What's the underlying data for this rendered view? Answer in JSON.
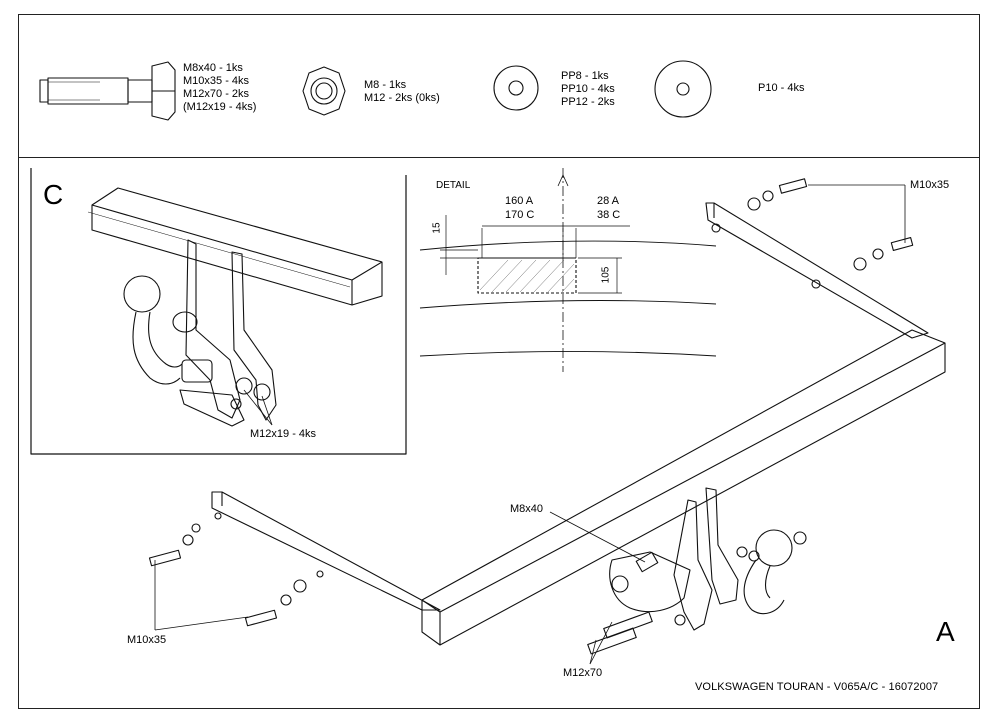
{
  "parts": {
    "bolt_lines": [
      "M8x40 - 1ks",
      "M10x35 - 4ks",
      "M12x70 - 2ks",
      "(M12x19 - 4ks)"
    ],
    "nut_lines": [
      "M8 - 1ks",
      "M12 - 2ks (0ks)"
    ],
    "washer_lines": [
      "PP8 - 1ks",
      "PP10 - 4ks",
      "PP12 - 2ks"
    ],
    "plate_washer_line": "P10 - 4ks"
  },
  "view_c": {
    "letter": "C",
    "callout": "M12x19 - 4ks"
  },
  "detail": {
    "title": "DETAIL",
    "left_dim_a": "160 A",
    "left_dim_c": "170 C",
    "right_dim_a": "28 A",
    "right_dim_c": "38 C",
    "vertical_dim": "15",
    "height_dim": "105"
  },
  "view_a": {
    "letter": "A",
    "callout_top_right": "M10x35",
    "callout_left": "M10x35",
    "callout_m8": "M8x40",
    "callout_m12": "M12x70"
  },
  "footer": "VOLKSWAGEN TOURAN - V065A/C - 16072007"
}
